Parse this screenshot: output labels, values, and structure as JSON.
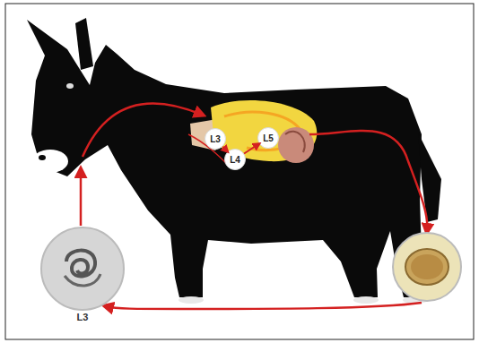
{
  "diagram": {
    "nodes": [
      {
        "text": [
          "L3"
        ]
      },
      {
        "text": [
          "L4"
        ]
      },
      {
        "text": [
          "L5"
        ]
      },
      {
        "text": [
          "L3"
        ]
      }
    ],
    "edges": [
      {
        "from": 0,
        "to": 1,
        "arrow": "to"
      },
      {
        "from": 1,
        "to": 2,
        "arrow": "to"
      }
    ]
  }
}
